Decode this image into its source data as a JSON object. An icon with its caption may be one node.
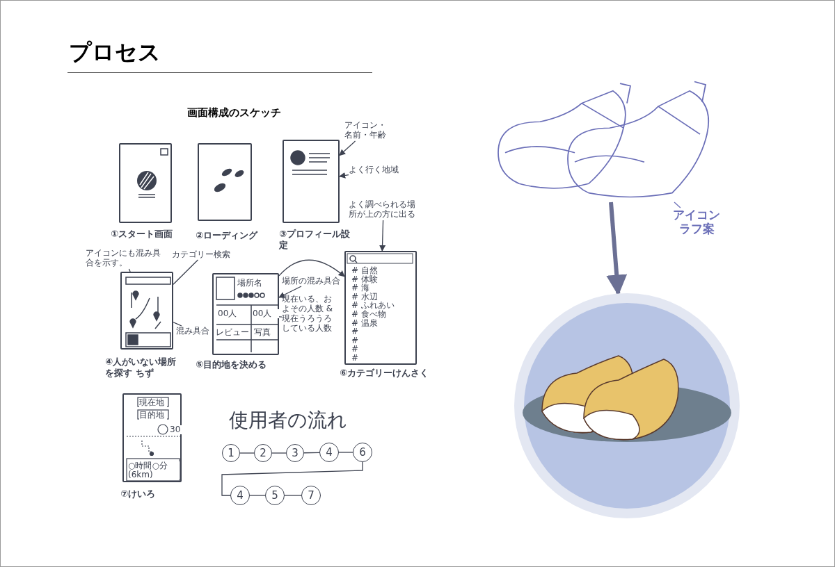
{
  "diagram": {
    "title": "プロセス",
    "nodes": [
      {
        "text": [],
        "shape": "box",
        "beside": [
          "①スタート画面"
        ]
      },
      {
        "text": [],
        "shape": "box",
        "beside": [
          "②ローディング"
        ]
      },
      {
        "text": [],
        "shape": "box",
        "beside": [
          "③プロフィール設定"
        ]
      },
      {
        "text": [
          "アイコン・名前・年齢"
        ]
      },
      {
        "text": [
          "よく行く地域"
        ]
      },
      {
        "text": [],
        "shape": "box",
        "beside": [
          "④人がいない場所を探す ちず"
        ]
      },
      {
        "text": [
          "アイコンにも混み具合を示す。"
        ]
      },
      {
        "text": [
          "カテゴリー検索"
        ]
      },
      {
        "text": [
          "混み具合"
        ]
      },
      {
        "text": [
          "場所名",
          "00人",
          "00人",
          "レビュー",
          "写真"
        ],
        "beside": [
          "⑤目的地を決める"
        ]
      },
      {
        "text": [
          "場所の混み具合"
        ]
      },
      {
        "text": [
          "現在いる、およその人数 & 現在うろうろしている人数"
        ]
      },
      {
        "text": [
          "# 自然",
          "# 体験",
          "# 海",
          "# 水辺",
          "# ふれあい",
          "# 食べ物",
          "# 温泉",
          "#",
          "#",
          "#",
          "#"
        ],
        "beside": [
          "⑥カテゴリーけんさく"
        ]
      },
      {
        "text": [
          "よく調べられる場所が上の方に出る"
        ]
      },
      {
        "text": [
          "現在地",
          "目的地",
          "30",
          "○時間○分 (6km)"
        ],
        "beside": [
          "⑦けいろ"
        ]
      },
      {
        "text": [
          "1"
        ]
      },
      {
        "text": [
          "2"
        ]
      },
      {
        "text": [
          "3"
        ]
      },
      {
        "text": [
          "4"
        ]
      },
      {
        "text": [
          "6"
        ]
      },
      {
        "text": [
          "4"
        ]
      },
      {
        "text": [
          "5"
        ]
      },
      {
        "text": [
          "7"
        ]
      },
      {
        "text": [],
        "shape": "picture"
      },
      {
        "text": [
          "アイコンラフ案"
        ]
      },
      {
        "text": [],
        "shape": "picture"
      }
    ],
    "edges": [
      {
        "from": 3,
        "to": 2,
        "arrow": "to"
      },
      {
        "from": 4,
        "to": 2,
        "arrow": "to"
      },
      {
        "from": 6,
        "to": 5,
        "arrow": "none"
      },
      {
        "from": 7,
        "to": 5,
        "arrow": "none"
      },
      {
        "from": 8,
        "to": 5,
        "arrow": "none"
      },
      {
        "from": 10,
        "to": 9,
        "arrow": "to"
      },
      {
        "from": 11,
        "to": 9,
        "arrow": "none"
      },
      {
        "from": 13,
        "to": 12,
        "arrow": "to"
      },
      {
        "from": 9,
        "to": 12,
        "arrow": "to"
      },
      {
        "from": 15,
        "to": 16,
        "arrow": "none"
      },
      {
        "from": 16,
        "to": 17,
        "arrow": "none"
      },
      {
        "from": 17,
        "to": 18,
        "arrow": "none"
      },
      {
        "from": 18,
        "to": 19,
        "arrow": "none"
      },
      {
        "from": 19,
        "to": 20,
        "arrow": "none"
      },
      {
        "from": 20,
        "to": 21,
        "arrow": "none"
      },
      {
        "from": 21,
        "to": 22,
        "arrow": "none"
      },
      {
        "from": 24,
        "to": 23,
        "arrow": "none",
        "color": "#6b6fb8"
      },
      {
        "from": 23,
        "to": 25,
        "arrow": "to",
        "style": "thick",
        "color": "#6b7094"
      }
    ],
    "labels": [
      "画面構成のスケッチ",
      "使用者の流れ"
    ]
  }
}
